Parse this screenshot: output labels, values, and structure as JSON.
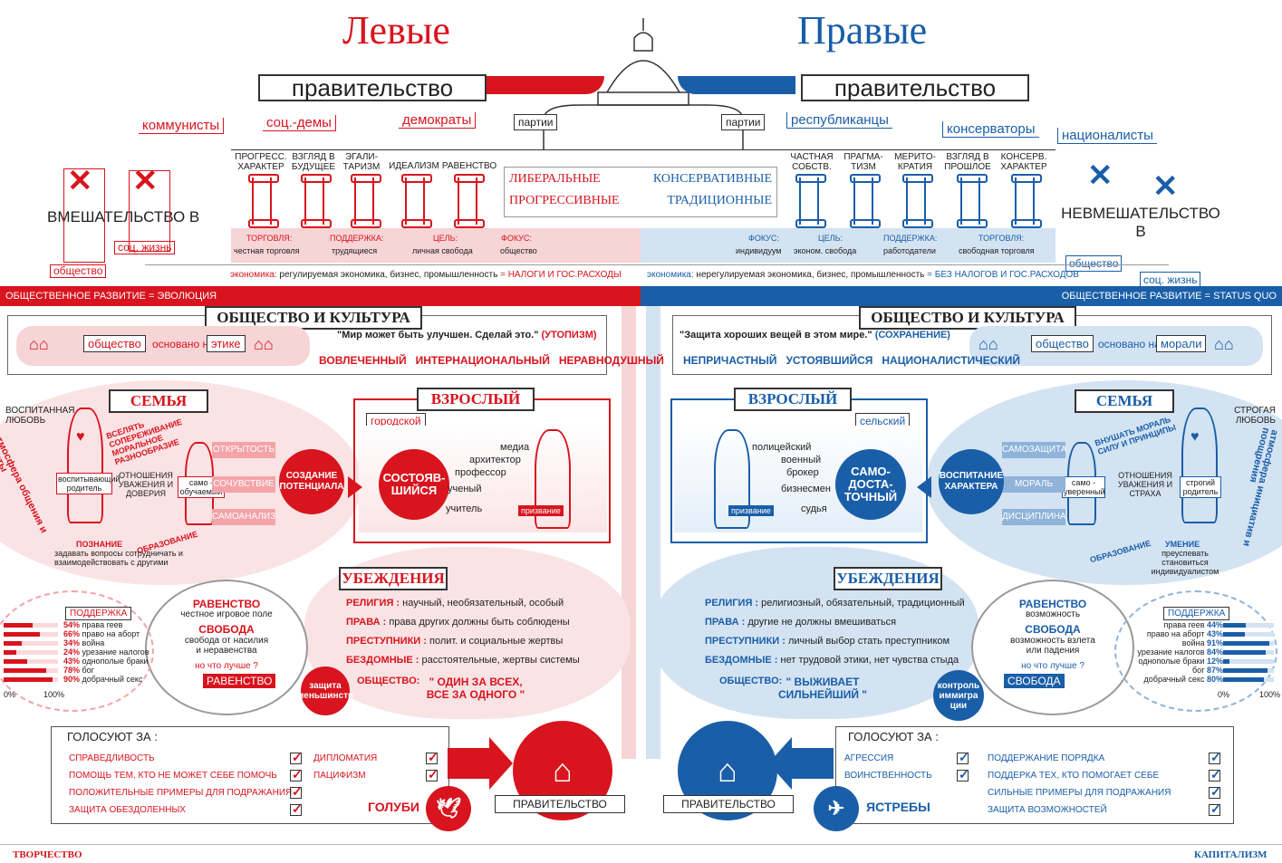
{
  "titles": {
    "left": "Левые",
    "right": "Правые"
  },
  "banners": {
    "left": "правительство",
    "right": "правительство"
  },
  "parties": {
    "label": "партии",
    "left": [
      "коммунисты",
      "соц.-демы",
      "демократы"
    ],
    "right": [
      "республиканцы",
      "консерваторы",
      "националисты"
    ]
  },
  "pillars": {
    "left": [
      "ПРОГРЕСС. ХАРАКТЕР",
      "ВЗГЛЯД В БУДУЩЕЕ",
      "ЭГАЛИ- ТАРИЗМ",
      "ИДЕАЛИЗМ",
      "РАВЕНСТВО"
    ],
    "right": [
      "ЧАСТНАЯ СОБСТВ.",
      "ПРАГМА- ТИЗМ",
      "МЕРИТО- КРАТИЯ",
      "ВЗГЛЯД В ПРОШЛОЕ",
      "КОНСЕРВ. ХАРАКТЕР"
    ]
  },
  "center_labels": {
    "left": [
      "ЛИБЕРАЛЬНЫЕ",
      "ПРОГРЕССИВНЫЕ"
    ],
    "right": [
      "КОНСЕРВАТИВНЫЕ",
      "ТРАДИЦИОННЫЕ"
    ]
  },
  "intervention": {
    "left": "ВМЕШАТЕЛЬСТВО В",
    "right": "НЕВМЕШАТЕЛЬСТВО В",
    "soc": "соц. жизнь",
    "society": "общество"
  },
  "economy_row": {
    "left": [
      {
        "k": "ТОРГОВЛЯ:",
        "v": "честная торговля"
      },
      {
        "k": "ПОДДЕРЖКА:",
        "v": "трудящиеся"
      },
      {
        "k": "ЦЕЛЬ:",
        "v": "личная свобода"
      },
      {
        "k": "ФОКУС:",
        "v": "общество"
      }
    ],
    "right": [
      {
        "k": "ФОКУС:",
        "v": "индивидуум"
      },
      {
        "k": "ЦЕЛЬ:",
        "v": "эконом. свобода"
      },
      {
        "k": "ПОДДЕРЖКА:",
        "v": "работодатели"
      },
      {
        "k": "ТОРГОВЛЯ:",
        "v": "свободная торговля"
      }
    ]
  },
  "economy": {
    "left_k": "экономика:",
    "left_v": "регулируемая экономика, бизнес, промышленность",
    "left_eq": "= НАЛОГИ И ГОС.РАСХОДЫ",
    "right_k": "экономика:",
    "right_v": "нерегулируемая экономика, бизнес, промышленность",
    "right_eq": "= БЕЗ НАЛОГОВ И ГОС.РАСХОДОВ"
  },
  "development": {
    "left": "ОБЩЕСТВЕННОЕ РАЗВИТИЕ = ЭВОЛЮЦИЯ",
    "right": "ОБЩЕСТВЕННОЕ РАЗВИТИЕ = STATUS QUO"
  },
  "culture": {
    "head": "ОБЩЕСТВО И КУЛЬТУРА",
    "society": "общество",
    "based_on": "основано на",
    "left_base": "этике",
    "right_base": "морали",
    "left_quote": "\"Мир может быть улучшен. Сделай это.\"",
    "left_quote_tag": "(УТОПИЗМ)",
    "right_quote": "\"Защита хороших вещей в этом мире.\"",
    "right_quote_tag": "(СОХРАНЕНИЕ)",
    "left_traits": "ВОВЛЕЧЕННЫЙ   ИНТЕРНАЦИОНАЛЬНЫЙ   НЕРАВНОДУШНЫЙ",
    "right_traits": "НЕПРИЧАСТНЫЙ   УСТОЯВШИЙСЯ   НАЦИОНАЛИСТИЧЕСКИЙ"
  },
  "family": {
    "head": "СЕМЬЯ",
    "left_love": "ВОСПИТАННАЯ ЛЮБОВЬ",
    "right_love": "СТРОГАЯ ЛЮБОВЬ",
    "left_parent": "воспитывающий родитель",
    "right_parent": "строгий родитель",
    "left_relation": "ОТНОШЕНИЯ УВАЖЕНИЯ И ДОВЕРИЯ",
    "right_relation": "ОТНОШЕНИЯ УВАЖЕНИЯ И СТРАХА",
    "left_instill": "ВСЕЛЯТЬ СОПЕРЕЖИВАНИЕ МОРАЛЬНОЕ РАЗНООБРАЗИЕ",
    "right_instill": "ВНУШАТЬ МОРАЛЬ СИЛУ И ПРИНЦИПЫ",
    "left_child": "само - обучаемый",
    "right_child": "само - уверенный",
    "left_arrows": [
      "ОТКРЫТОСТЬ",
      "СОЧУВСТВИЕ",
      "САМОАНАЛИЗ"
    ],
    "right_arrows": [
      "САМОЗАЩИТА",
      "МОРАЛЬ",
      "ДИСЦИПЛИНА"
    ],
    "left_circle": "СОЗДАНИЕ ПОТЕНЦИАЛА",
    "right_circle": "ВОСПИТАНИЕ ХАРАКТЕРА",
    "left_edu": "ОБРАЗОВАНИЕ",
    "right_edu": "ОБРАЗОВАНИЕ",
    "left_skill_head": "ПОЗНАНИЕ",
    "left_skill": "задавать вопросы сотрудничать и взаимодействовать с другими",
    "right_skill_head": "УМЕНИЕ",
    "right_skill": "преуспевать становиться индивидуалистом",
    "left_atmo": "атмосфера общения и защиты",
    "right_atmo": "атмосфера инициатив и поощрения"
  },
  "adult": {
    "head": "ВЗРОСЛЫЙ",
    "left_place": "городской",
    "right_place": "сельский",
    "left_circle": "СОСТОЯВ- ШИЙСЯ",
    "right_circle": "САМО- ДОСТА- ТОЧНЫЙ",
    "calling": "призвание",
    "left_jobs": [
      "медиа",
      "архитектор",
      "профессор",
      "ученый",
      "учитель"
    ],
    "right_jobs": [
      "полицейский",
      "военный",
      "брокер",
      "бизнесмен",
      "судья"
    ]
  },
  "beliefs": {
    "head": "УБЕЖДЕНИЯ",
    "left": [
      {
        "k": "РЕЛИГИЯ :",
        "v": "научный, необязательный, особый"
      },
      {
        "k": "ПРАВА :",
        "v": "права других должны быть соблюдены"
      },
      {
        "k": "ПРЕСТУПНИКИ :",
        "v": "полит. и социальные жертвы"
      },
      {
        "k": "БЕЗДОМНЫЕ :",
        "v": "расстоятельные, жертвы системы"
      }
    ],
    "right": [
      {
        "k": "РЕЛИГИЯ :",
        "v": "религиозный, обязательный, традиционный"
      },
      {
        "k": "ПРАВА :",
        "v": "другие не должны вмешиваться"
      },
      {
        "k": "ПРЕСТУПНИКИ :",
        "v": "личный выбор стать преступником"
      },
      {
        "k": "БЕЗДОМНЫЕ :",
        "v": "нет трудовой этики, нет чувства стыда"
      }
    ],
    "society_k": "ОБЩЕСТВО:",
    "left_society": "\" ОДИН ЗА ВСЕХ, ВСЕ ЗА ОДНОГО \"",
    "right_society": "\" ВЫЖИВАЕТ СИЛЬНЕЙШИЙ \"",
    "left_circle": "защита меньшинств",
    "right_circle": "контроль иммигра ции"
  },
  "equality": {
    "left_h1": "РАВЕНСТВО",
    "left_t1": "честное игровое поле",
    "left_h2": "СВОБОДА",
    "left_t2": "свобода от насилия и неравенства",
    "q": "но что лучше ?",
    "left_answer": "РАВЕНСТВО",
    "right_h1": "РАВЕНСТВО",
    "right_t1": "возможность",
    "right_h2": "СВОБОДА",
    "right_t2": "возможность взлета или падения",
    "right_answer": "СВОБОДА"
  },
  "support": {
    "head": "ПОДДЕРЖКА",
    "axis_min": "0%",
    "axis_max": "100%",
    "labels": [
      "права геев",
      "право на аборт",
      "война",
      "урезание налогов",
      "однополые браки",
      "бог",
      "добрачный секс"
    ],
    "left": [
      54,
      66,
      34,
      24,
      43,
      78,
      90
    ],
    "right": [
      44,
      43,
      91,
      84,
      12,
      87,
      80
    ]
  },
  "vote": {
    "head": "ГОЛОСУЮТ ЗА :",
    "left_a": [
      "СПРАВЕДЛИВОСТЬ",
      "ПОМОЩЬ ТЕМ, КТО НЕ МОЖЕТ СЕБЕ ПОМОЧЬ",
      "ПОЛОЖИТЕЛЬНЫЕ ПРИМЕРЫ ДЛЯ ПОДРАЖАНИЯ",
      "ЗАЩИТА ОБЕЗДОЛЕННЫХ"
    ],
    "left_b": [
      "ДИПЛОМАТИЯ",
      "ПАЦИФИЗМ"
    ],
    "right_a": [
      "АГРЕССИЯ",
      "ВОИНСТВЕННОСТЬ"
    ],
    "right_b": [
      "ПОДДЕРЖАНИЕ ПОРЯДКА",
      "ПОДДЕРКА ТЕХ, КТО ПОМОГАЕТ СЕБЕ",
      "СИЛЬНЫЕ ПРИМЕРЫ ДЛЯ ПОДРАЖАНИЯ",
      "ЗАЩИТА ВОЗМОЖНОСТЕЙ"
    ],
    "gov": "ПРАВИТЕЛЬСТВО",
    "left_bird": "ГОЛУБИ",
    "right_bird": "ЯСТРЕБЫ"
  },
  "footer": {
    "left": "ТВОРЧЕСТВО",
    "right": "КАПИТАЛИЗМ"
  },
  "colors": {
    "red": "#d8141e",
    "blue": "#1a5ea8",
    "pink": "#f7d4d6",
    "lightblue": "#d3e3f2"
  }
}
